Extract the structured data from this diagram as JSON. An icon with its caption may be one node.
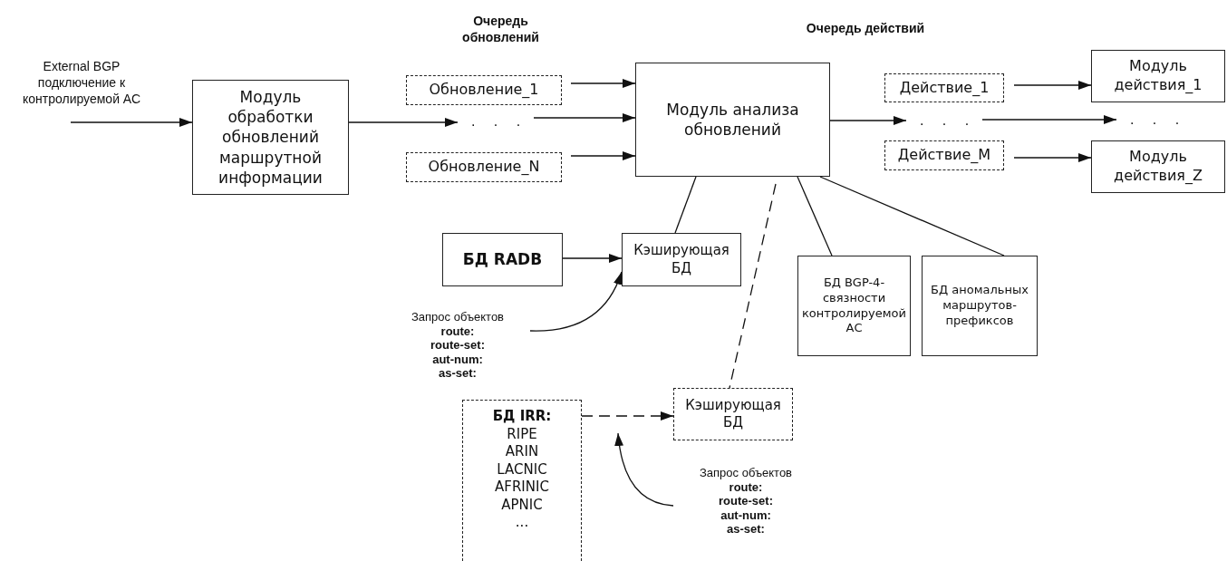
{
  "diagram": {
    "nodes": [
      {
        "text": [
          "Модуль обработки обновлений маршрутной информации"
        ]
      },
      {
        "text": [
          "Обновление_1"
        ]
      },
      {
        "text": [
          ". . ."
        ]
      },
      {
        "text": [
          "Обновление_N"
        ]
      },
      {
        "text": [
          "Модуль анализа обновлений"
        ]
      },
      {
        "text": [
          "Действие_1"
        ]
      },
      {
        "text": [
          ". . ."
        ]
      },
      {
        "text": [
          "Действие_M"
        ]
      },
      {
        "text": [
          "Модуль действия_1"
        ]
      },
      {
        "text": [
          ". . ."
        ]
      },
      {
        "text": [
          "Модуль действия_Z"
        ]
      },
      {
        "text": [
          "БД RADB"
        ]
      },
      {
        "text": [
          "Кэширующая БД"
        ]
      },
      {
        "text": [
          "БД BGP-4-связности контролируемой АС"
        ]
      },
      {
        "text": [
          "БД аномальных маршрутов-префиксов"
        ]
      },
      {
        "text": [
          "Кэширующая БД"
        ]
      },
      {
        "text": [
          "БД IRR:",
          "RIPE",
          "ARIN",
          "LACNIC",
          "AFRINIC",
          "APNIC",
          "..."
        ]
      },
      {
        "text": [
          "Запрос объектов",
          "route:",
          "route-set:",
          "aut-num:",
          "as-set:"
        ]
      },
      {
        "text": [
          "Запрос объектов",
          "route:",
          "route-set:",
          "aut-num:",
          "as-set:"
        ]
      }
    ],
    "edges": [
      {
        "from": null,
        "to": 0,
        "arrow": "to"
      },
      {
        "from": 0,
        "to": 2,
        "arrow": "to"
      },
      {
        "from": 1,
        "to": 4,
        "arrow": "to"
      },
      {
        "from": 2,
        "to": 4,
        "arrow": "to"
      },
      {
        "from": 3,
        "to": 4,
        "arrow": "to"
      },
      {
        "from": 4,
        "to": 6,
        "arrow": "to"
      },
      {
        "from": 5,
        "to": 8,
        "arrow": "to"
      },
      {
        "from": 6,
        "to": 9,
        "arrow": "to"
      },
      {
        "from": 7,
        "to": 10,
        "arrow": "to"
      },
      {
        "from": 4,
        "to": 12,
        "arrow": "none"
      },
      {
        "from": 4,
        "to": 15,
        "arrow": "none",
        "style": "dashed"
      },
      {
        "from": 4,
        "to": 13,
        "arrow": "none"
      },
      {
        "from": 4,
        "to": 14,
        "arrow": "none"
      },
      {
        "from": 11,
        "to": 12,
        "arrow": "to"
      },
      {
        "from": 16,
        "to": 15,
        "arrow": "to",
        "style": "dashed"
      },
      {
        "from": 17,
        "to": 12,
        "arrow": "to"
      },
      {
        "from": 18,
        "to": null,
        "arrow": "to"
      }
    ],
    "labels": [
      "External BGP подключение к контролируемой АС",
      "Очередь обновлений",
      "Очередь действий"
    ]
  }
}
